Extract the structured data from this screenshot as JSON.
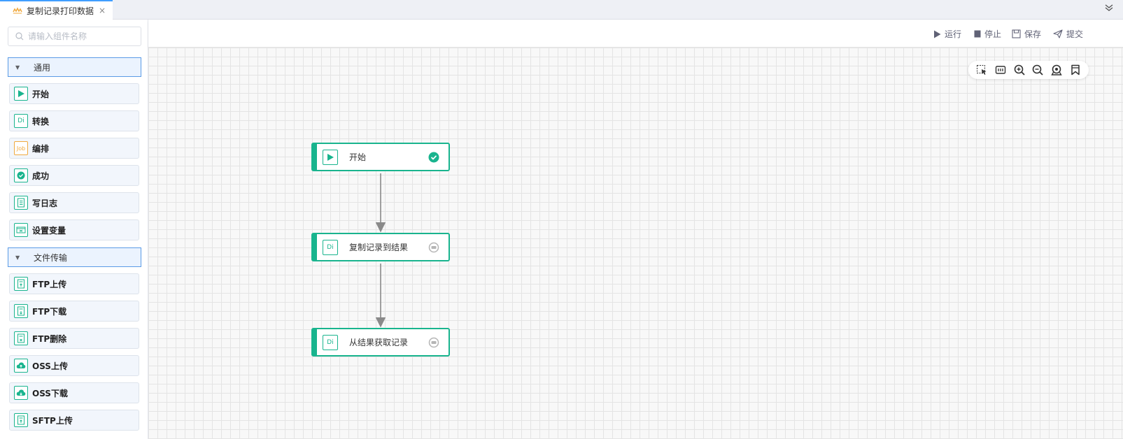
{
  "tab": {
    "label": "复制记录打印数据",
    "close": "×"
  },
  "sidebar": {
    "search_placeholder": "请输入组件名称",
    "groups": [
      {
        "label": "通用"
      },
      {
        "label": "文件传输"
      }
    ],
    "items": [
      {
        "label": "开始",
        "icon": "play-icon"
      },
      {
        "label": "转换",
        "icon": "di-icon",
        "icon_text": "Di"
      },
      {
        "label": "编排",
        "icon": "job-icon",
        "icon_text": "Job"
      },
      {
        "label": "成功",
        "icon": "check-circle-icon"
      },
      {
        "label": "写日志",
        "icon": "log-icon"
      },
      {
        "label": "设置变量",
        "icon": "variable-icon"
      },
      {
        "label": "FTP上传",
        "icon": "ftp-upload-icon"
      },
      {
        "label": "FTP下载",
        "icon": "ftp-download-icon"
      },
      {
        "label": "FTP删除",
        "icon": "ftp-delete-icon"
      },
      {
        "label": "OSS上传",
        "icon": "cloud-upload-icon"
      },
      {
        "label": "OSS下载",
        "icon": "cloud-download-icon"
      },
      {
        "label": "SFTP上传",
        "icon": "sftp-upload-icon"
      }
    ]
  },
  "toolbar": {
    "run": "运行",
    "stop": "停止",
    "save": "保存",
    "submit": "提交"
  },
  "flow": {
    "nodes": [
      {
        "label": "开始",
        "icon": "play-icon",
        "status": "success"
      },
      {
        "label": "复制记录到结果",
        "icon": "di-icon",
        "icon_text": "Di",
        "status": "pending"
      },
      {
        "label": "从结果获取记录",
        "icon": "di-icon",
        "icon_text": "Di",
        "status": "pending"
      }
    ]
  },
  "colors": {
    "accent": "#19b48e",
    "group_border": "#5a9be6",
    "job_orange": "#f0a93e"
  }
}
